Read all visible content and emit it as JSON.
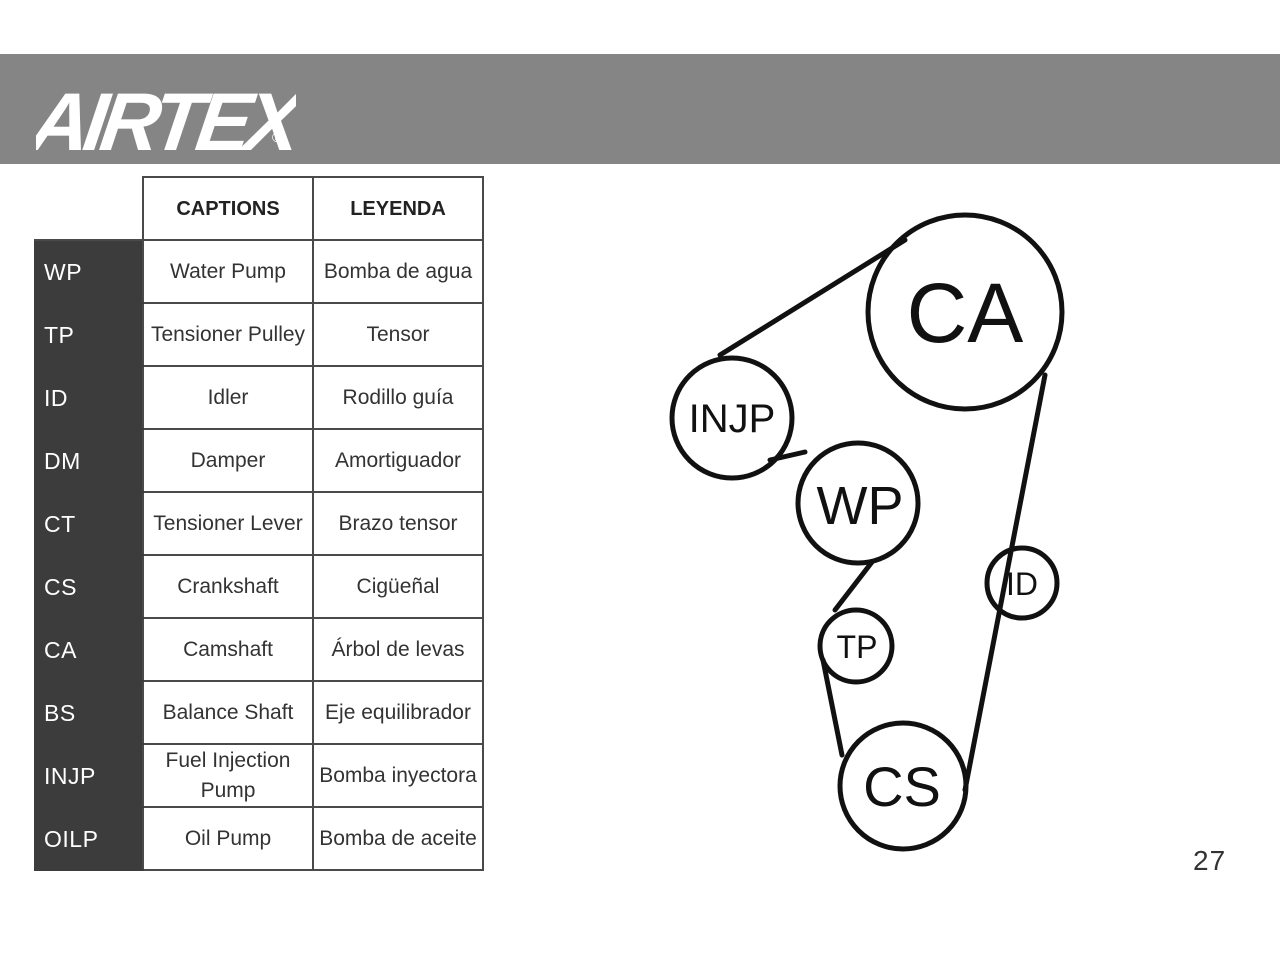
{
  "brand": {
    "logo_text": "AIRTEX",
    "header_color": "#858585"
  },
  "table": {
    "headers": [
      "CAPTIONS",
      "LEYENDA"
    ],
    "rows": [
      {
        "code": "WP",
        "caption": "Water Pump",
        "leyenda": "Bomba de agua"
      },
      {
        "code": "TP",
        "caption": "Tensioner Pulley",
        "leyenda": "Tensor"
      },
      {
        "code": "ID",
        "caption": "Idler",
        "leyenda": "Rodillo guía"
      },
      {
        "code": "DM",
        "caption": "Damper",
        "leyenda": "Amortiguador"
      },
      {
        "code": "CT",
        "caption": "Tensioner Lever",
        "leyenda": "Brazo tensor"
      },
      {
        "code": "CS",
        "caption": "Crankshaft",
        "leyenda": "Cigüeñal"
      },
      {
        "code": "CA",
        "caption": "Camshaft",
        "leyenda": "Árbol de levas"
      },
      {
        "code": "BS",
        "caption": "Balance Shaft",
        "leyenda": "Eje equilibrador"
      },
      {
        "code": "INJP",
        "caption": "Fuel Injection Pump",
        "leyenda": "Bomba inyectora"
      },
      {
        "code": "OILP",
        "caption": "Oil Pump",
        "leyenda": "Bomba de aceite"
      }
    ]
  },
  "diagram": {
    "pulleys": {
      "ca": "CA",
      "injp": "INJP",
      "wp": "WP",
      "id": "ID",
      "tp": "TP",
      "cs": "CS"
    }
  },
  "page_number": "27"
}
